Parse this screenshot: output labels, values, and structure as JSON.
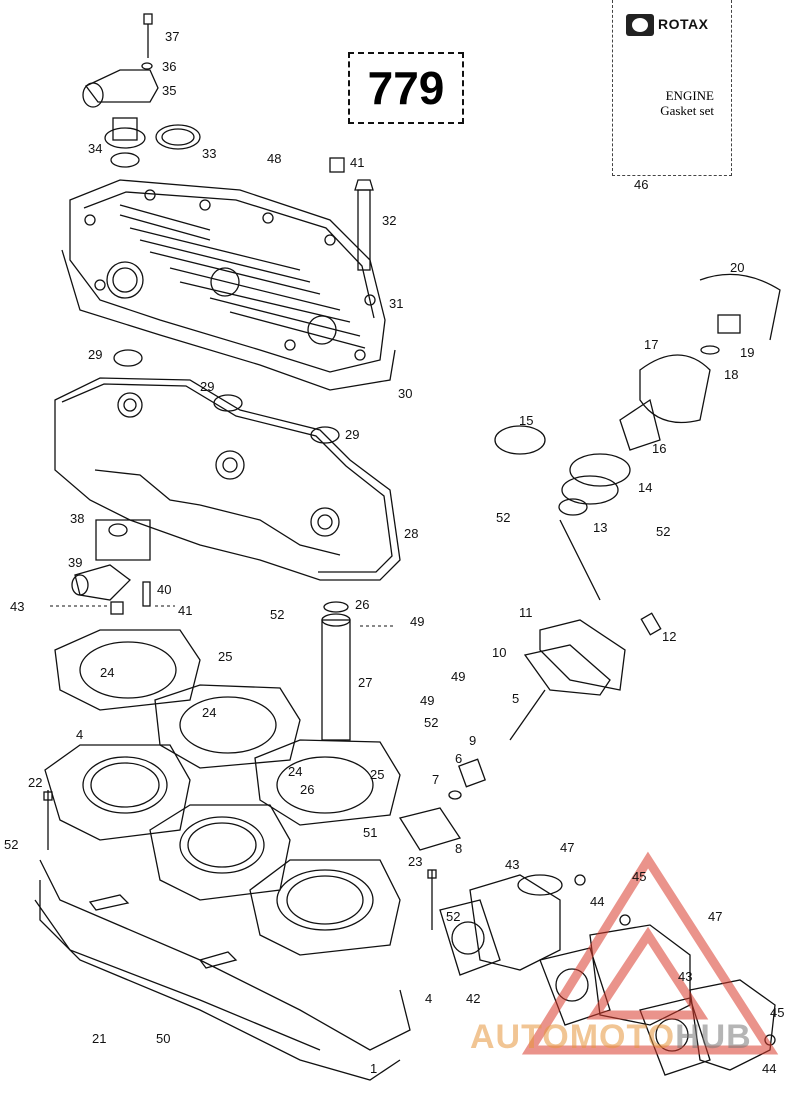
{
  "page_number": "779",
  "brand": {
    "logo_text": "ROTAX",
    "card_title_line1": "ENGINE",
    "card_title_line2": "Gasket set"
  },
  "watermark": {
    "part1": "AUTOMOTO",
    "part2": "HUB"
  },
  "colors": {
    "line": "#111111",
    "watermark_red": "#d93a2b",
    "watermark_orange": "#e8963c"
  },
  "callouts": [
    "37",
    "36",
    "35",
    "34",
    "33",
    "48",
    "41",
    "32",
    "31",
    "30",
    "29",
    "29",
    "29",
    "28",
    "38",
    "39",
    "40",
    "43",
    "41",
    "52",
    "26",
    "49",
    "27",
    "25",
    "24",
    "24",
    "24",
    "25",
    "26",
    "4",
    "22",
    "52",
    "51",
    "23",
    "52",
    "4",
    "21",
    "50",
    "1",
    "42",
    "43",
    "47",
    "44",
    "45",
    "47",
    "43",
    "45",
    "44",
    "20",
    "19",
    "18",
    "17",
    "16",
    "15",
    "14",
    "13",
    "52",
    "52",
    "12",
    "11",
    "10",
    "9",
    "49",
    "5",
    "8",
    "7",
    "6",
    "49",
    "52",
    "46"
  ]
}
